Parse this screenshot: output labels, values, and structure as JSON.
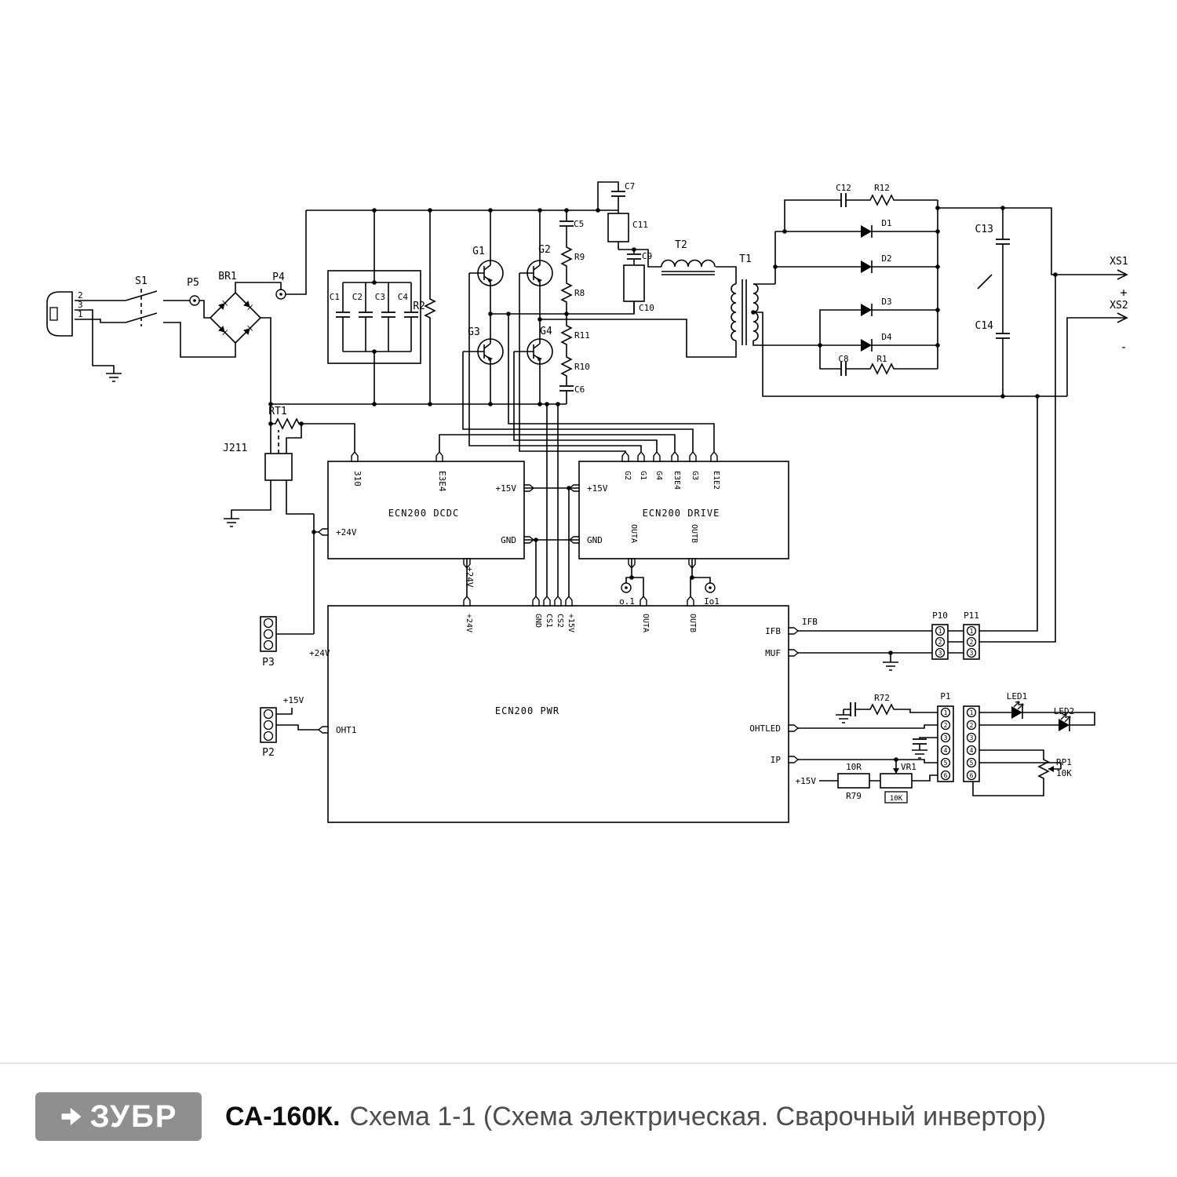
{
  "footer": {
    "logo_text": "ЗУБР",
    "model": "СА-160К.",
    "subtitle": "Схема 1-1 (Схема электрическая. Сварочный инвертор)"
  },
  "plug": {
    "pin2": "2",
    "pin3": "3",
    "pin1": "1"
  },
  "primary": {
    "s1": "S1",
    "p5": "P5",
    "br1": "BR1",
    "p4": "P4",
    "rt1": "RT1",
    "j211": "J211",
    "c1": "C1",
    "c2": "C2",
    "c3": "C3",
    "c4": "C4",
    "r2": "R2",
    "g1": "G1",
    "g2": "G2",
    "g3": "G3",
    "g4": "G4",
    "c5": "C5",
    "r9": "R9",
    "r8": "R8",
    "r11": "R11",
    "r10": "R10",
    "c6": "C6",
    "c7": "C7",
    "c11": "C11",
    "c9": "C9",
    "c10": "C10",
    "t2": "T2",
    "t1": "T1"
  },
  "secondary": {
    "c12": "C12",
    "r12": "R12",
    "d1": "D1",
    "d2": "D2",
    "d3": "D3",
    "d4": "D4",
    "c8": "C8",
    "r1": "R1",
    "c13": "C13",
    "c14": "C14"
  },
  "outputs": {
    "xs1": "XS1",
    "xs1_polarity": "+",
    "xs2": "XS2",
    "xs2_polarity": "-"
  },
  "dcdc": {
    "name": "ECN200 DCDC",
    "pin_310": "310",
    "pin_e3e4": "E3E4",
    "pin_24v_in": "+24V",
    "pin_15v": "+15V",
    "pin_gnd": "GND",
    "pin_24v_out": "+24V"
  },
  "drive": {
    "name": "ECN200 DRIVE",
    "pin_15v": "+15V",
    "pin_gnd": "GND",
    "top_pins": [
      "G2",
      "G1",
      "G4",
      "E3E4",
      "G3",
      "E1E2"
    ],
    "pin_outa": "OUTA",
    "pin_outb": "OUTB",
    "tp_outa": "o.1",
    "tp_outb": "Io1"
  },
  "pwr": {
    "name": "ECN200 PWR",
    "top_pins": [
      "+24V",
      "GND",
      "CS1",
      "CS2",
      "+15V",
      "OUTA",
      "OUTB"
    ],
    "pin_oht1": "OHT1",
    "pin_ifb": "IFB",
    "pin_muf": "MUF",
    "pin_ohtled": "OHTLED",
    "pin_ip": "IP"
  },
  "connectors": {
    "p3": "P3",
    "p3_rail": "+24V",
    "p2": "P2",
    "p2_rail": "+15V",
    "p10": "P10",
    "p11": "P11",
    "p10_pins": [
      "1",
      "2",
      "3"
    ],
    "p11_pins": [
      "1",
      "2",
      "3"
    ],
    "p1": "P1",
    "p1_pins": [
      "1",
      "2",
      "3",
      "4",
      "5",
      "6"
    ],
    "p1b_pins": [
      "1",
      "2",
      "3",
      "4",
      "5",
      "6"
    ],
    "ifb_wire": "IFB"
  },
  "panel": {
    "r72": "R72",
    "led1": "LED1",
    "led2": "LED2",
    "rp1": "RP1",
    "rp1_value": "10K",
    "r79_value": "10R",
    "r79": "R79",
    "vr1": "VR1",
    "vr1_value": "10K",
    "v15": "+15V"
  }
}
